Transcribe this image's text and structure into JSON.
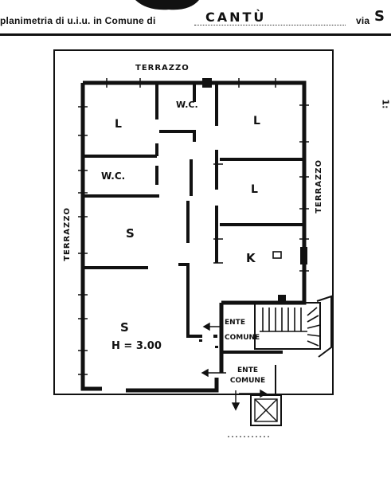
{
  "header": {
    "prefix": "planimetria di u.i.u. in Comune di",
    "comune": "CANTÙ",
    "via_label": "via",
    "via_initial": "S",
    "right_margin_mark": "1:"
  },
  "rooms": {
    "bedroom_nw": "L",
    "bedroom_ne": "L",
    "bedroom_e": "L",
    "wc_top": "W.C.",
    "wc_left": "W.C.",
    "living_upper": "S",
    "living_lower": "S",
    "kitchen": "K",
    "height_note": "H = 3.00"
  },
  "terraces": {
    "top": "TERRAZZO",
    "left": "TERRAZZO",
    "right": "TERRAZZO"
  },
  "common_areas": {
    "stair_entrance": "ENTE COMUNE",
    "ground_entrance": "ENTE COMUNE"
  }
}
